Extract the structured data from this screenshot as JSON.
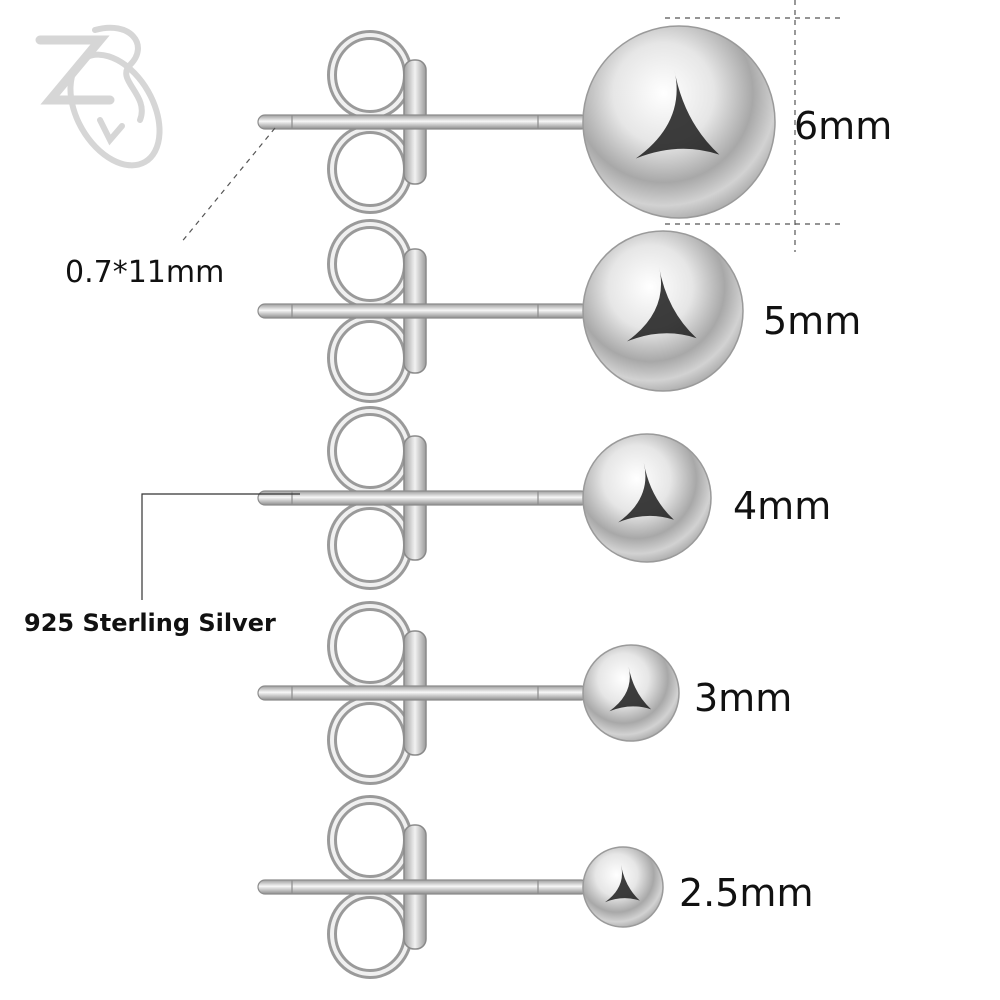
{
  "labels": {
    "pin_spec": "0.7*11mm",
    "material": "925 Sterling Silver"
  },
  "studs": [
    {
      "size_label": "6mm",
      "ball_diameter_mm": 6
    },
    {
      "size_label": "5mm",
      "ball_diameter_mm": 5
    },
    {
      "size_label": "4mm",
      "ball_diameter_mm": 4
    },
    {
      "size_label": "3mm",
      "ball_diameter_mm": 3
    },
    {
      "size_label": "2.5mm",
      "ball_diameter_mm": 2.5
    }
  ],
  "colors": {
    "silver_light": "#f4f4f4",
    "silver_mid": "#bdbdbd",
    "silver_dark": "#1c1c1c",
    "wire": "#9a9a9a",
    "logo": "#d6d6d6",
    "text": "#111111"
  },
  "logo": {
    "icon": "zs-brand-logo-icon"
  }
}
